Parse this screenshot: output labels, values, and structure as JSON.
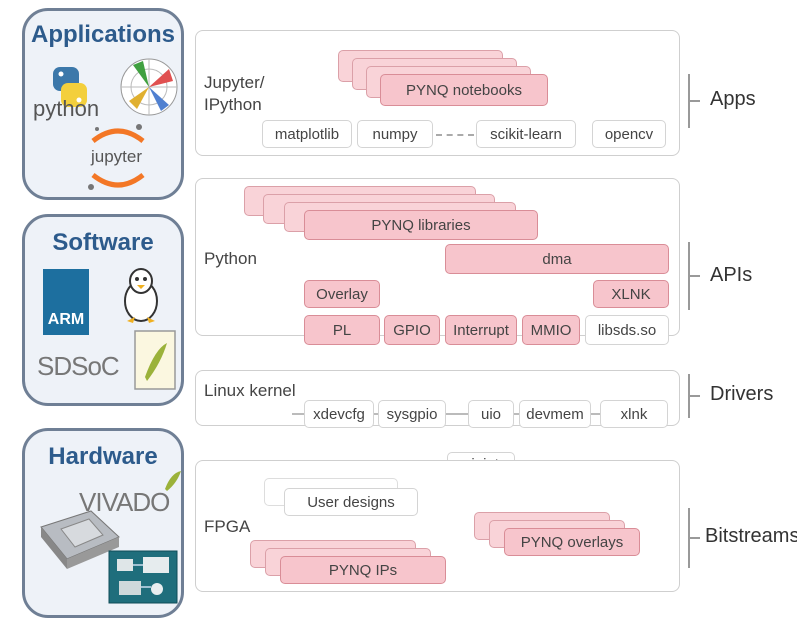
{
  "panels": {
    "applications": "Applications",
    "software": "Software",
    "hardware": "Hardware"
  },
  "logos": {
    "python": "python",
    "jupyter": "jupyter",
    "arm": "ARM",
    "sdsoc": "SDSoC",
    "vivado": "VIVADO"
  },
  "apps_layer": {
    "label_line1": "Jupyter/",
    "label_line2": "IPython",
    "notebooks": "PYNQ notebooks",
    "libs": [
      "matplotlib",
      "numpy",
      "scikit-learn",
      "opencv"
    ]
  },
  "apis_layer": {
    "label": "Python",
    "libraries": "PYNQ libraries",
    "dma": "dma",
    "overlay": "Overlay",
    "xlnk": "XLNK",
    "modules": [
      "PL",
      "GPIO",
      "Interrupt",
      "MMIO"
    ],
    "libsds": "libsds.so"
  },
  "drivers_layer": {
    "label": "Linux kernel",
    "drivers": [
      "xdevcfg",
      "sysgpio",
      "uio",
      "devmem",
      "xlnk"
    ]
  },
  "bitstreams_layer": {
    "axi": "axi_intc",
    "label": "FPGA",
    "user_designs": "User designs",
    "overlays": "PYNQ overlays",
    "ips": "PYNQ IPs"
  },
  "tiers": {
    "apps": "Apps",
    "apis": "APIs",
    "drivers": "Drivers",
    "bitstreams": "Bitstreams"
  },
  "colors": {
    "pink": "#f7c5cc",
    "panel_border": "#6f7f95",
    "panel_title": "#2d5b8c"
  }
}
